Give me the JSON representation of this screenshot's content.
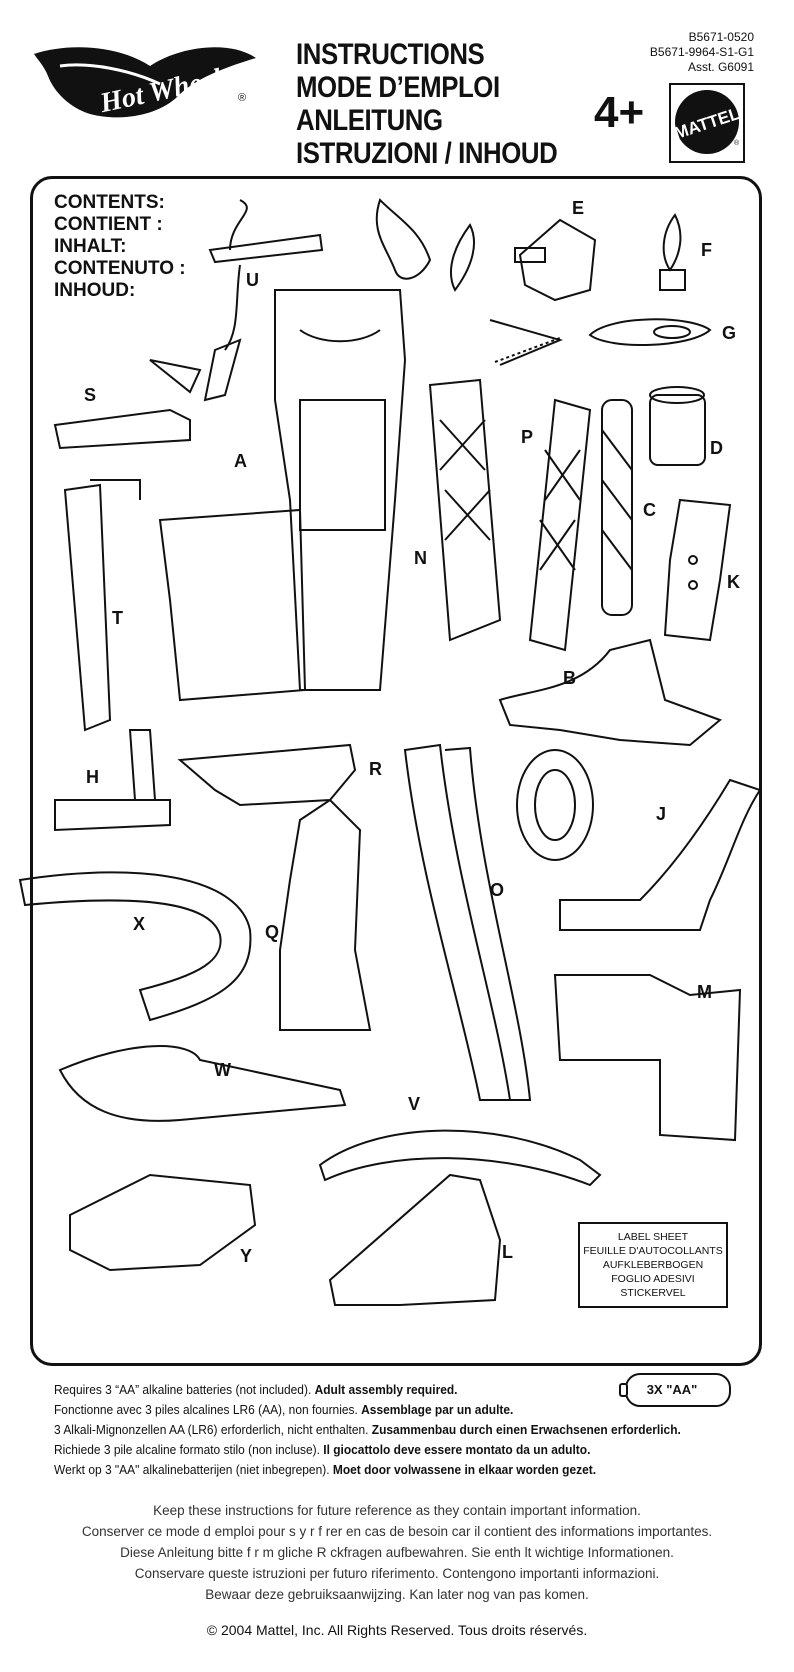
{
  "brand": {
    "logo_text": "Hot Wheels",
    "registered_mark": "®",
    "mattel_logo_text": "MATTEL",
    "mattel_registered_mark": "®"
  },
  "header": {
    "titles": [
      "INSTRUCTIONS",
      "MODE D’EMPLOI",
      "ANLEITUNG",
      "ISTRUZIONI / INHOUD"
    ],
    "codes": [
      "B5671-0520",
      "B5671-9964-S1-G1",
      "Asst. G6091"
    ],
    "age": "4+"
  },
  "contents_heading": [
    "CONTENTS:",
    "CONTIENT :",
    "INHALT:",
    "CONTENUTO :",
    "INHOUD:"
  ],
  "parts": {
    "U": "U",
    "E": "E",
    "F": "F",
    "G": "G",
    "S": "S",
    "A": "A",
    "P": "P",
    "D": "D",
    "C": "C",
    "N": "N",
    "K": "K",
    "T": "T",
    "B": "B",
    "H": "H",
    "R": "R",
    "J": "J",
    "O": "O",
    "X": "X",
    "Q": "Q",
    "M": "M",
    "W": "W",
    "V": "V",
    "L": "L",
    "Y": "Y"
  },
  "label_sheet": [
    "LABEL SHEET",
    "FEUILLE D'AUTOCOLLANTS",
    "AUFKLEBERBOGEN",
    "FOGLIO ADESIVI",
    "STICKERVEL"
  ],
  "battery": {
    "label": "3X \"AA\""
  },
  "requirements": [
    {
      "normal": "Requires 3 “AA” alkaline batteries (not included). ",
      "bold": "Adult assembly required."
    },
    {
      "normal": "Fonctionne avec 3 piles alcalines  LR6 (AA), non fournies. ",
      "bold": "Assemblage par un adulte."
    },
    {
      "normal": "3 Alkali-Mignonzellen AA (LR6) erforderlich, nicht enthalten. ",
      "bold": "Zusammenbau durch einen Erwachsenen erforderlich."
    },
    {
      "normal": "Richiede 3 pile alcaline formato stilo (non incluse). ",
      "bold": "Il giocattolo deve essere montato da un adulto."
    },
    {
      "normal": "Werkt op 3 \"AA\" alkalinebatterijen (niet inbegrepen). ",
      "bold": "Moet door volwassene in elkaar worden gezet."
    }
  ],
  "keep_instructions": [
    "Keep these instructions for future reference as they contain important information.",
    "Conserver ce mode d emploi pour s y r f rer en cas de besoin car il contient des informations importantes.",
    "Diese Anleitung bitte f r m gliche R ckfragen aufbewahren. Sie enth lt wichtige Informationen.",
    "Conservare queste istruzioni per futuro riferimento. Contengono importanti informazioni.",
    "Bewaar deze gebruiksaanwijzing. Kan later nog van pas komen."
  ],
  "copyright": "© 2004 Mattel, Inc.  All Rights Reserved. Tous droits réservés."
}
